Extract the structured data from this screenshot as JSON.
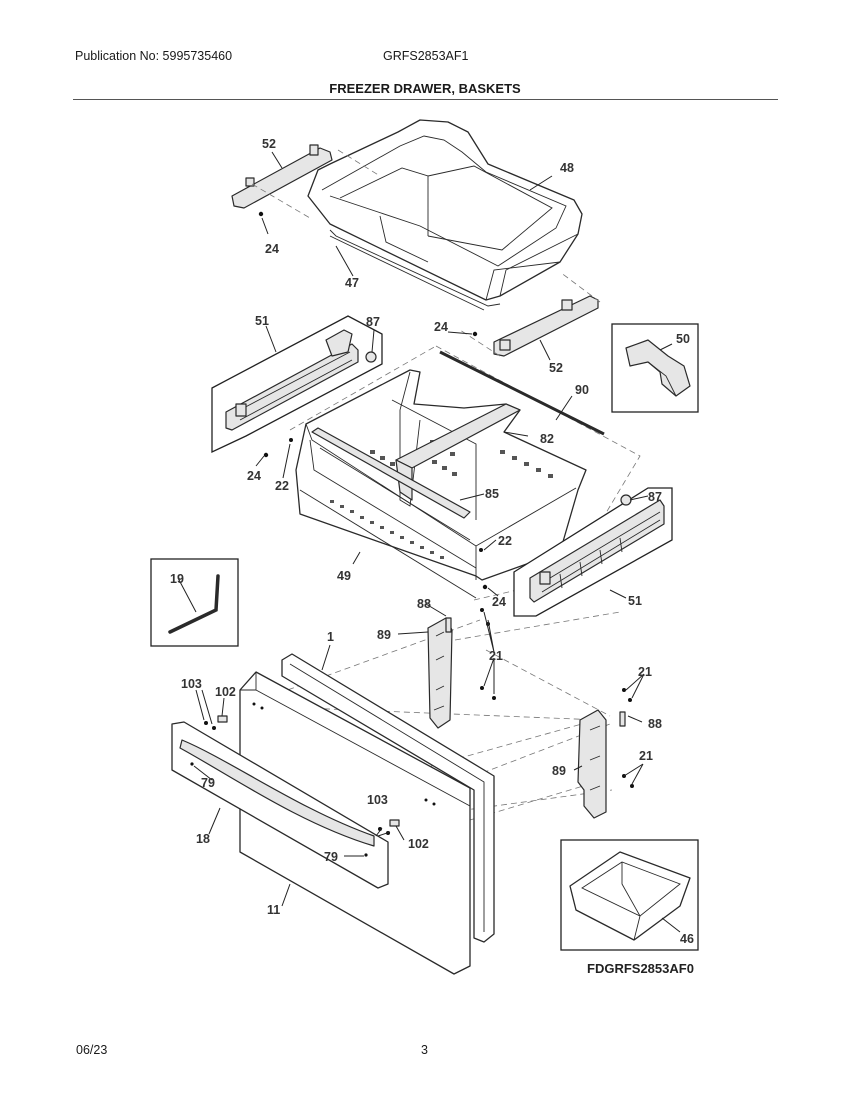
{
  "header": {
    "publication": "Publication No: 5995735460",
    "model": "GRFS2853AF1",
    "title": "FREEZER DRAWER, BASKETS"
  },
  "footer": {
    "date": "06/23",
    "page": "3"
  },
  "diagram": {
    "code": "FDGRFS2853AF0",
    "callouts": [
      "52",
      "48",
      "24",
      "47",
      "51",
      "87",
      "24",
      "52",
      "50",
      "90",
      "82",
      "24",
      "22",
      "85",
      "22",
      "87",
      "49",
      "24",
      "51",
      "19",
      "88",
      "89",
      "1",
      "21",
      "21",
      "103",
      "102",
      "88",
      "79",
      "89",
      "21",
      "103",
      "18",
      "102",
      "79",
      "11",
      "46"
    ]
  }
}
